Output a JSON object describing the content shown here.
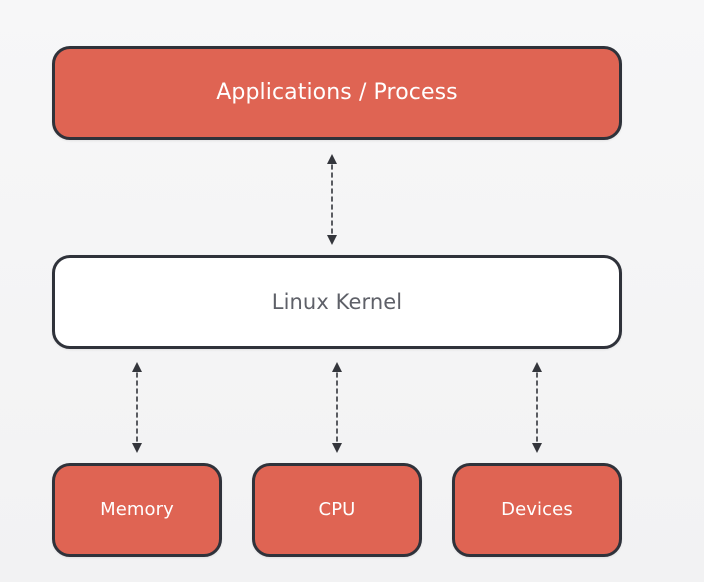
{
  "diagram": {
    "boxes": {
      "applications": "Applications / Process",
      "kernel": "Linux Kernel",
      "memory": "Memory",
      "cpu": "CPU",
      "devices": "Devices"
    },
    "colors": {
      "accent": "#df6453",
      "border": "#2f323a",
      "kernel_background": "#ffffff",
      "canvas_background": "#f4f4f5"
    },
    "connections": [
      "applications <-> kernel",
      "kernel <-> memory",
      "kernel <-> cpu",
      "kernel <-> devices"
    ]
  }
}
